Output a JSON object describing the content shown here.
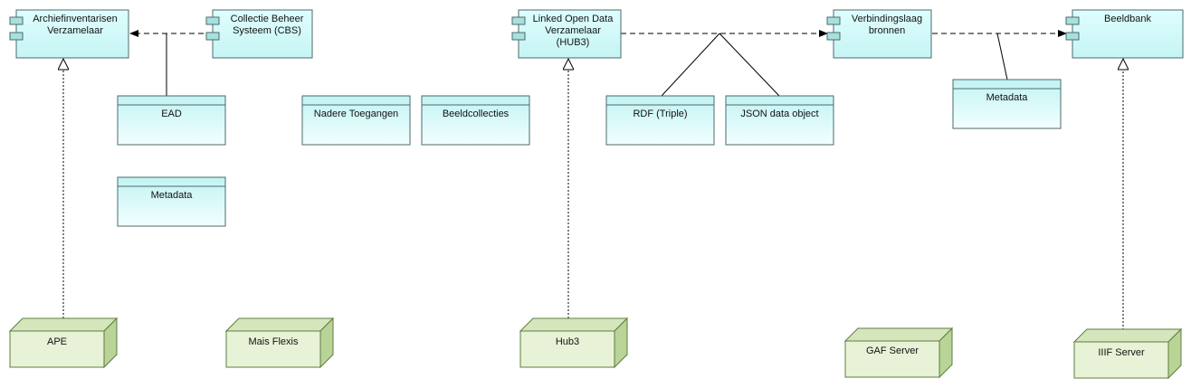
{
  "components": [
    {
      "id": "archief",
      "label": "Archiefinventarisen\nVerzamelaar"
    },
    {
      "id": "cbs",
      "label": "Collectie Beheer\nSysteem (CBS)"
    },
    {
      "id": "lod",
      "label": "Linked Open Data\nVerzamelaar\n(HUB3)"
    },
    {
      "id": "verbinding",
      "label": "Verbindingslaag\nbronnen"
    },
    {
      "id": "beeldbank",
      "label": "Beeldbank"
    }
  ],
  "artifacts": [
    {
      "id": "ead",
      "label": "EAD"
    },
    {
      "id": "metadata1",
      "label": "Metadata"
    },
    {
      "id": "toegangen",
      "label": "Nadere Toegangen"
    },
    {
      "id": "beeldcollecties",
      "label": "Beeldcollecties"
    },
    {
      "id": "rdf",
      "label": "RDF (Triple)"
    },
    {
      "id": "json",
      "label": "JSON data object"
    },
    {
      "id": "metadata2",
      "label": "Metadata"
    }
  ],
  "nodes": [
    {
      "id": "ape",
      "label": "APE"
    },
    {
      "id": "mais",
      "label": "Mais Flexis"
    },
    {
      "id": "hub3",
      "label": "Hub3"
    },
    {
      "id": "gaf",
      "label": "GAF Server"
    },
    {
      "id": "iiif",
      "label": "IIIF Server"
    }
  ],
  "colors": {
    "component_fill_top": "#dffefe",
    "component_fill_bottom": "#c9f6f6",
    "artifact_fill_top": "#bff3f3",
    "artifact_fill_bottom": "#eefefe",
    "node_fill": "#e8f2d6",
    "node_side": "#b9d496",
    "node_stroke": "#5d7d40",
    "stroke": "#4d6a6a",
    "line": "#000000"
  }
}
